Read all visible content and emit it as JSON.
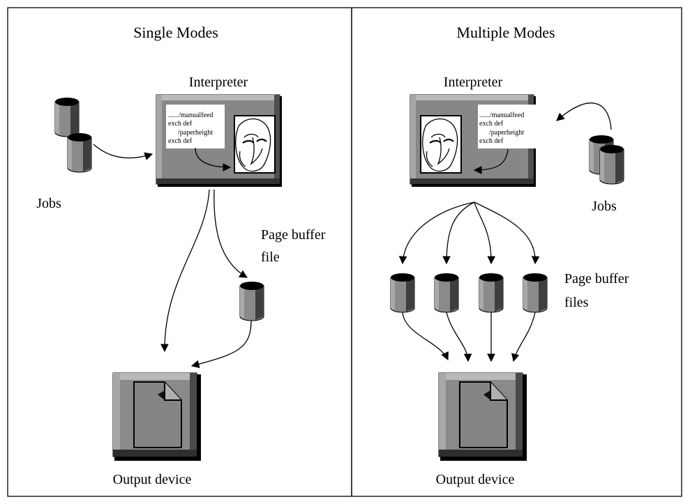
{
  "left_panel": {
    "title": "Single Modes",
    "interpreter_label": "Interpreter",
    "jobs_label": "Jobs",
    "buffer_label_line1": "Page buffer",
    "buffer_label_line2": "file",
    "output_label": "Output device"
  },
  "right_panel": {
    "title": "Multiple Modes",
    "interpreter_label": "Interpreter",
    "jobs_label": "Jobs",
    "buffer_label_line1": "Page buffer",
    "buffer_label_line2": "files",
    "output_label": "Output device"
  },
  "code_lines": [
    "....../manualfeed",
    "exch def",
    "/paperheight",
    "exch def"
  ],
  "colors": {
    "box_gray": "#878787",
    "cylinder_gray": "#7f7f7f",
    "line": "#000000"
  },
  "icons": {
    "job_icon": "database-cylinder-icon",
    "face_icon": "face-drawing-icon",
    "document_icon": "document-page-icon"
  }
}
